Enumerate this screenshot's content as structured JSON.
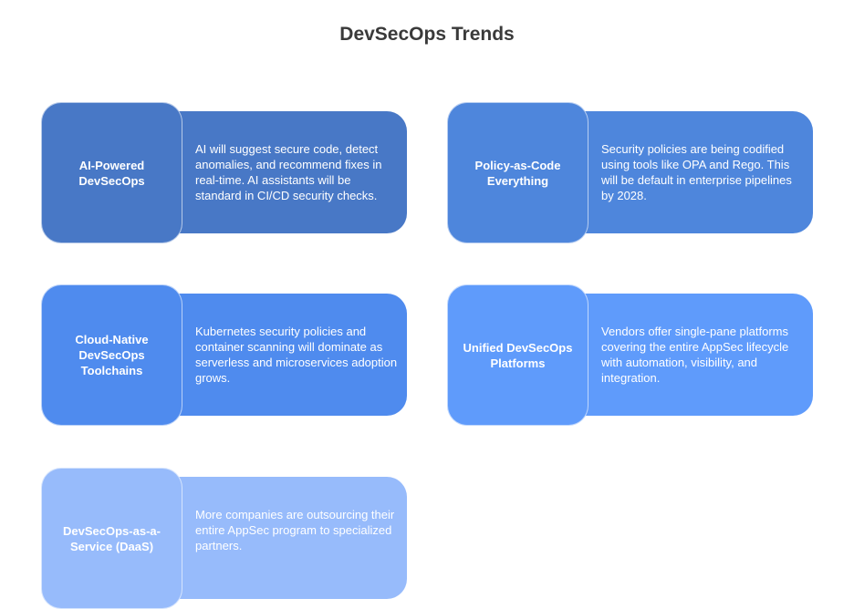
{
  "title": "DevSecOps Trends",
  "cards": [
    {
      "label": "AI-Powered DevSecOps",
      "text": "AI will suggest secure code, detect anomalies, and recommend fixes in real-time. AI assistants will be standard in CI/CD security checks.",
      "color": "#4878C6"
    },
    {
      "label": "Policy-as-Code Everything",
      "text": "Security policies are being codified using tools like OPA and Rego. This will be default in enterprise pipelines by 2028.",
      "color": "#4E86DC"
    },
    {
      "label": "Cloud-Native DevSecOps Toolchains",
      "text": "Kubernetes security policies and container scanning will dominate as serverless and microservices adoption grows.",
      "color": "#4F8BEE"
    },
    {
      "label": "Unified DevSecOps Platforms",
      "text": "Vendors offer single-pane platforms covering the entire AppSec lifecycle with automation, visibility, and integration.",
      "color": "#5F9BFB"
    },
    {
      "label": "DevSecOps-as-a-Service (DaaS)",
      "text": "More companies are outsourcing their entire AppSec program to specialized partners.",
      "color": "#97BBFB"
    }
  ]
}
